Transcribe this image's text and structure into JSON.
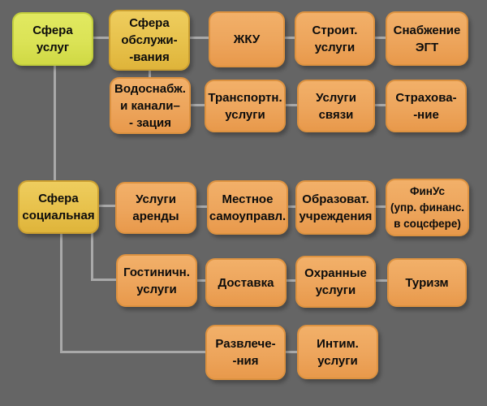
{
  "title": "Сфера услуг — диаграмма структуры",
  "colors": {
    "background": "#656565",
    "connector": "#a9a9a9",
    "node_orange": "#eda55c",
    "node_gold": "#e7c14b",
    "node_green": "#dbe356",
    "text": "#0c0c0c"
  },
  "nodes": {
    "sfera_uslug": {
      "lines": [
        "Сфера",
        "услуг"
      ]
    },
    "sfera_obsluzhivaniya": {
      "lines": [
        "Сфера",
        "обслужи-",
        "-вания"
      ]
    },
    "zhku": {
      "lines": [
        "ЖКУ"
      ]
    },
    "stroit_uslugi": {
      "lines": [
        "Строит.",
        "услуги"
      ]
    },
    "snabzhenie_egt": {
      "lines": [
        "Снабжение",
        "ЭГТ"
      ]
    },
    "vodosnabzh": {
      "lines": [
        "Водоснабж.",
        "и канали–",
        "- зация"
      ]
    },
    "transportn_uslugi": {
      "lines": [
        "Транспортн.",
        "услуги"
      ]
    },
    "uslugi_svyazi": {
      "lines": [
        "Услуги",
        "связи"
      ]
    },
    "strahovanie": {
      "lines": [
        "Страхова-",
        "-ние"
      ]
    },
    "sfera_socialnaya": {
      "lines": [
        "Сфера",
        "социальная"
      ]
    },
    "uslugi_arendy": {
      "lines": [
        "Услуги",
        "аренды"
      ]
    },
    "mestnoe_samoupravl": {
      "lines": [
        "Местное",
        "самоуправл."
      ]
    },
    "obrazovat_uchrezhdeniya": {
      "lines": [
        "Образоват.",
        "учреждения"
      ]
    },
    "finus": {
      "lines": [
        "ФинУс",
        "(упр. финанс.",
        "в соцсфере)"
      ]
    },
    "gostinichn_uslugi": {
      "lines": [
        "Гостиничн.",
        "услуги"
      ]
    },
    "dostavka": {
      "lines": [
        "Доставка"
      ]
    },
    "ohrannye_uslugi": {
      "lines": [
        "Охранные",
        "услуги"
      ]
    },
    "turizm": {
      "lines": [
        "Туризм"
      ]
    },
    "razvlecheniya": {
      "lines": [
        "Развлече-",
        "-ния"
      ]
    },
    "intim_uslugi": {
      "lines": [
        "Интим.",
        "услуги"
      ]
    }
  },
  "edges": [
    [
      "sfera_uslug",
      "sfera_obsluzhivaniya"
    ],
    [
      "sfera_obsluzhivaniya",
      "zhku"
    ],
    [
      "zhku",
      "stroit_uslugi"
    ],
    [
      "stroit_uslugi",
      "snabzhenie_egt"
    ],
    [
      "sfera_obsluzhivaniya",
      "vodosnabzh"
    ],
    [
      "vodosnabzh",
      "transportn_uslugi"
    ],
    [
      "transportn_uslugi",
      "uslugi_svyazi"
    ],
    [
      "uslugi_svyazi",
      "strahovanie"
    ],
    [
      "sfera_uslug",
      "sfera_socialnaya"
    ],
    [
      "sfera_socialnaya",
      "uslugi_arendy"
    ],
    [
      "uslugi_arendy",
      "mestnoe_samoupravl"
    ],
    [
      "mestnoe_samoupravl",
      "obrazovat_uchrezhdeniya"
    ],
    [
      "obrazovat_uchrezhdeniya",
      "finus"
    ],
    [
      "sfera_socialnaya",
      "gostinichn_uslugi"
    ],
    [
      "gostinichn_uslugi",
      "dostavka"
    ],
    [
      "dostavka",
      "ohrannye_uslugi"
    ],
    [
      "ohrannye_uslugi",
      "turizm"
    ],
    [
      "sfera_socialnaya",
      "razvlecheniya"
    ],
    [
      "razvlecheniya",
      "intim_uslugi"
    ]
  ]
}
